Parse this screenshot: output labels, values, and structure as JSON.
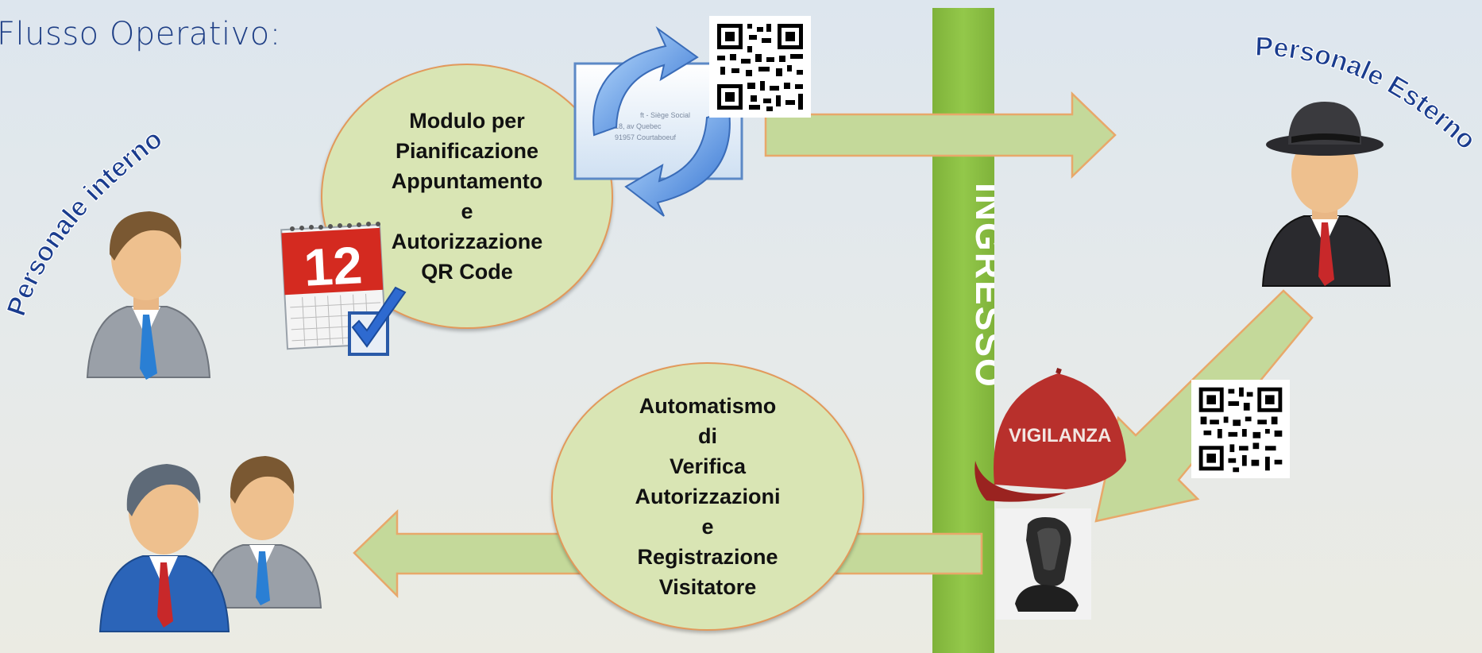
{
  "title": "Flusso Operativo:",
  "labels": {
    "internal_staff": "Personale interno",
    "external_staff": "Personale Esterno",
    "entrance": "INGRESSO",
    "security_cap": "VIGILANZA",
    "calendar_day": "12"
  },
  "bubble_top": {
    "lines": [
      "Modulo per",
      "Pianificazione",
      "Appuntamento",
      "e",
      "Autorizzazione",
      "QR Code"
    ]
  },
  "bubble_bottom": {
    "lines": [
      "Automatismo",
      "di",
      "Verifica",
      "Autorizzazioni",
      "e",
      "Registrazione",
      "Visitatore"
    ]
  },
  "document_text": [
    "ft - Siège Social",
    "18, av Quebec",
    "91957 Courtaboeuf"
  ],
  "colors": {
    "title": "#1f3f86",
    "arrow_fill": "#c4d99a",
    "arrow_border": "#e8a86a",
    "bubble_fill": "#d9e5b4",
    "entrance_bar": "#8bbf44",
    "cap": "#b8302c"
  }
}
